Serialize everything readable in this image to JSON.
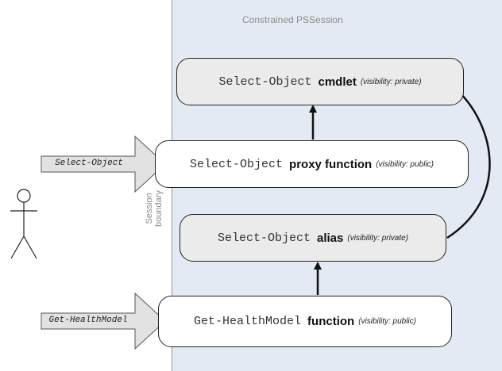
{
  "session": {
    "title": "Constrained PSSession",
    "boundary_label": [
      "Session",
      "boundary"
    ]
  },
  "inputs": [
    {
      "text": "Select-Object"
    },
    {
      "text": "Get-HealthModel"
    }
  ],
  "boxes": {
    "cmdlet": {
      "name": "Select-Object",
      "kind": "cmdlet",
      "visibility": "(visibility: private)"
    },
    "proxy": {
      "name": "Select-Object",
      "kind": "proxy function",
      "visibility": "(visibility: public)"
    },
    "alias": {
      "name": "Select-Object",
      "kind": "alias",
      "visibility": "(visibility: private)"
    },
    "health": {
      "name": "Get-HealthModel",
      "kind": "function",
      "visibility": "(visibility: public)"
    }
  }
}
